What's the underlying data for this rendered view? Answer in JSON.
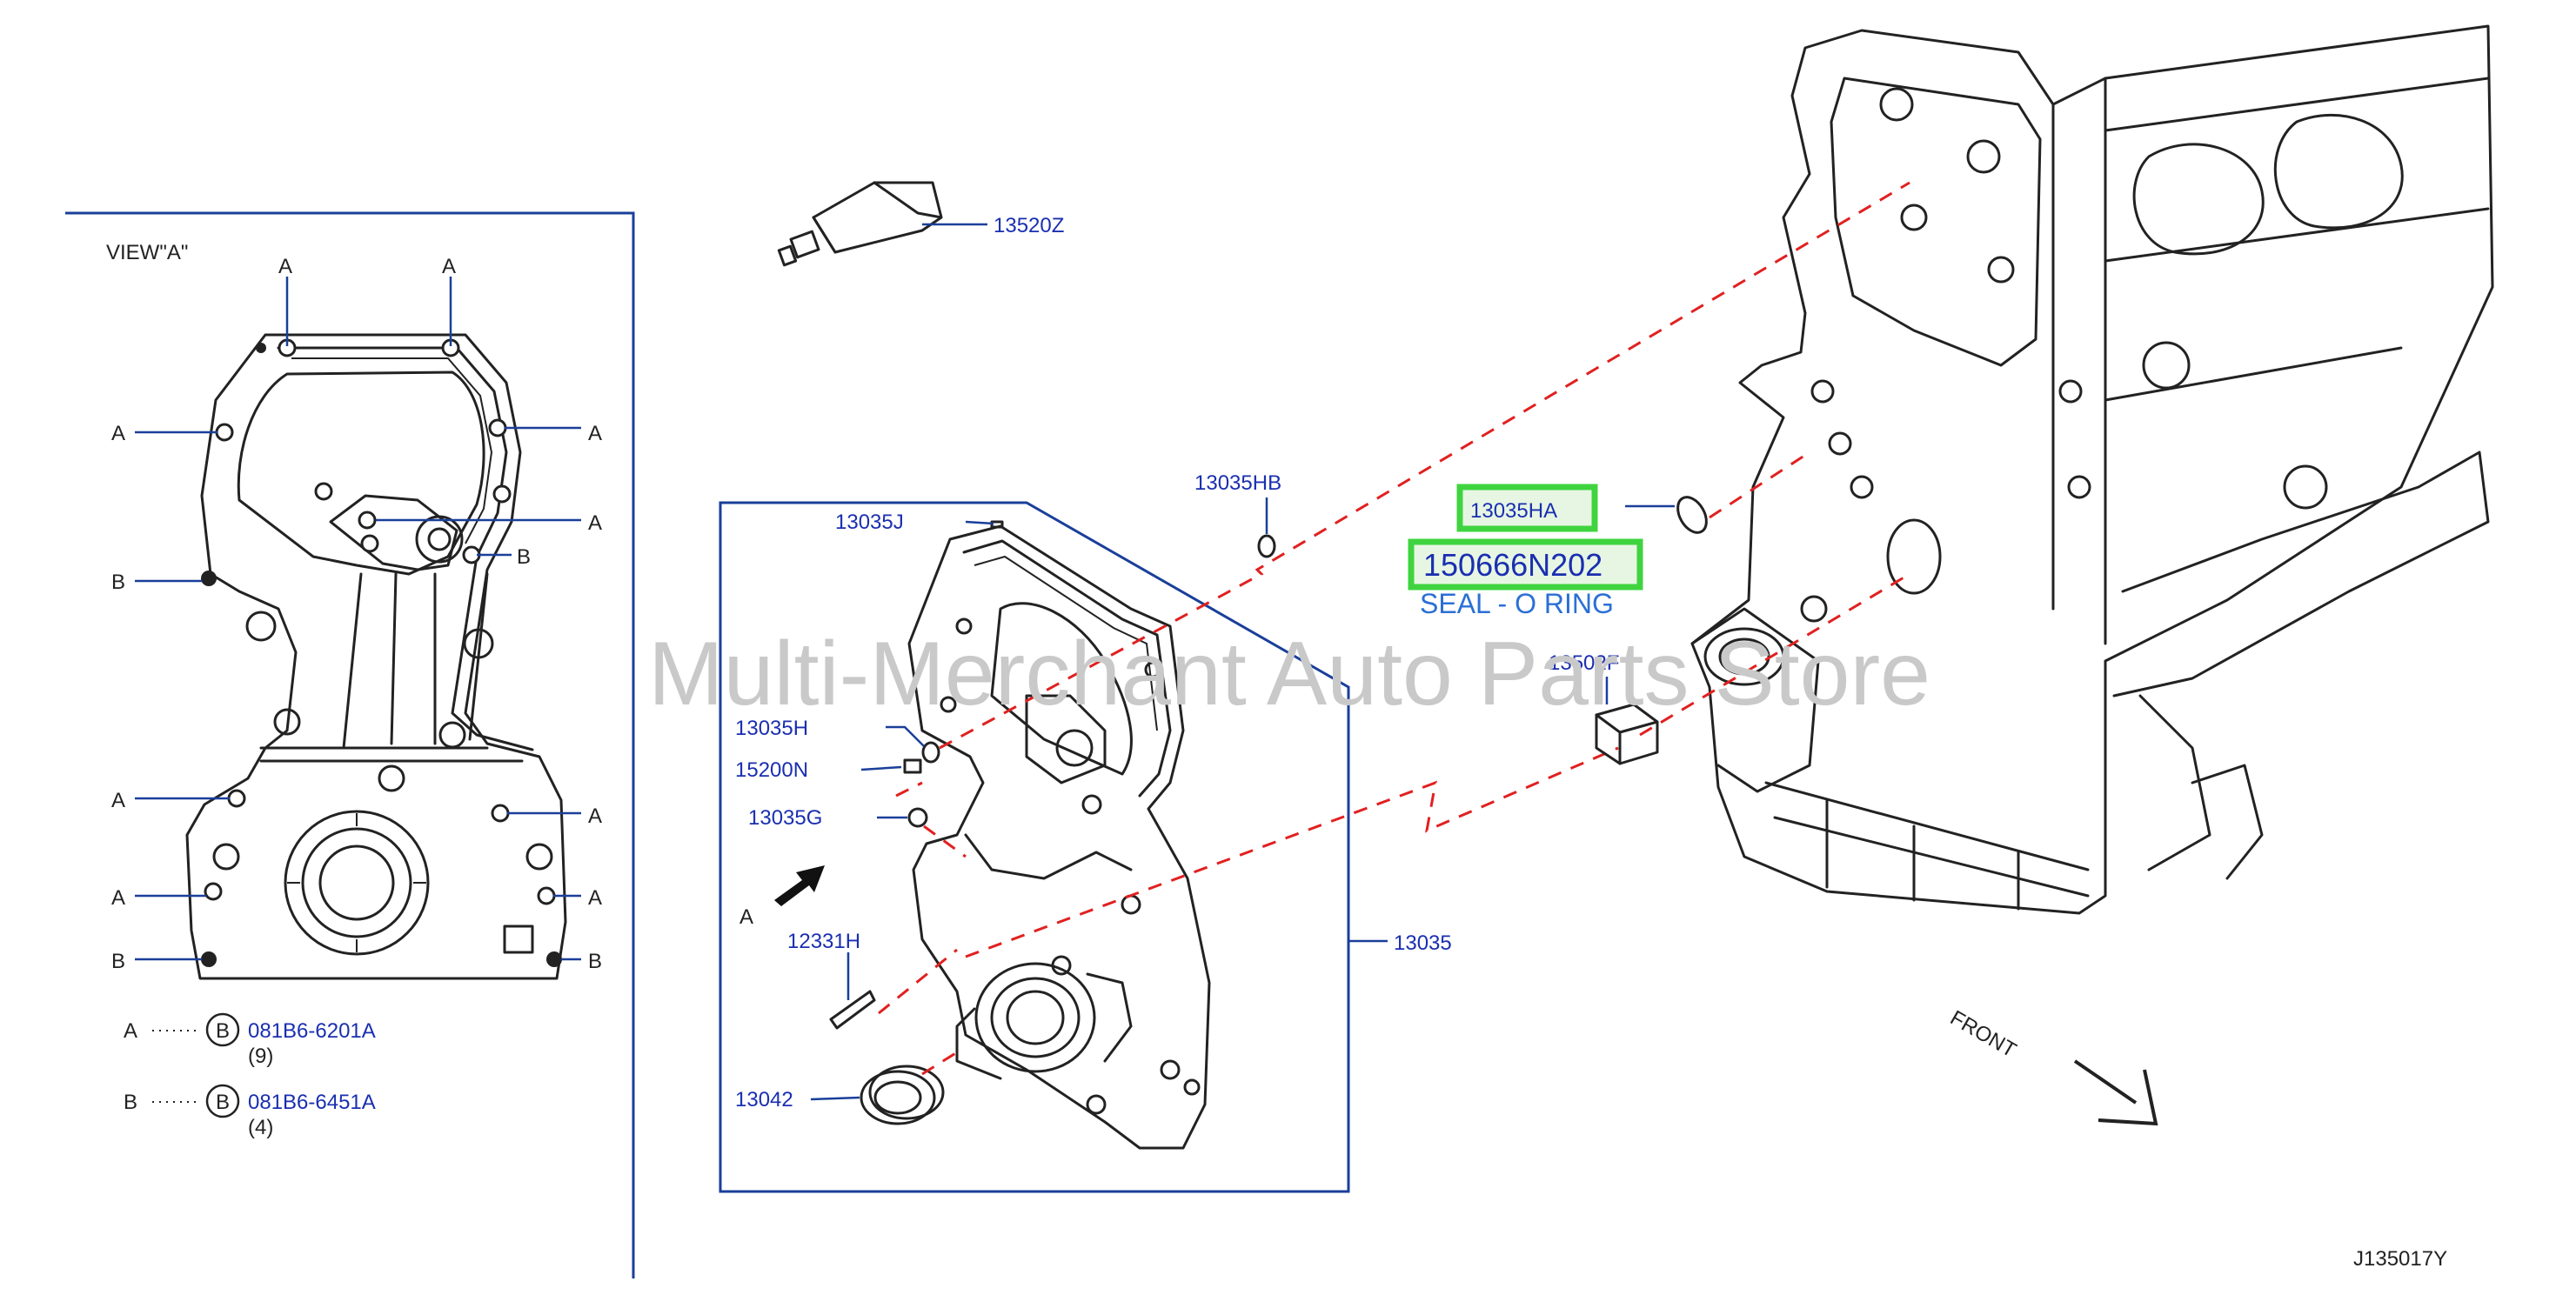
{
  "view_a": {
    "title": "VIEW\"A\"",
    "marker_a": "A",
    "marker_b": "B"
  },
  "legend": [
    {
      "marker": "A",
      "part": "081B6-6201A",
      "qty": "(9)"
    },
    {
      "marker": "B",
      "part": "081B6-6451A",
      "qty": "(4)"
    }
  ],
  "parts": {
    "p13520Z": "13520Z",
    "p13035HB": "13035HB",
    "p13035J": "13035J",
    "p13035H": "13035H",
    "p15200N": "15200N",
    "p13035G": "13035G",
    "p12331H": "12331H",
    "p13042": "13042",
    "p13035": "13035",
    "p13502F": "13502F"
  },
  "highlight": {
    "part": "13035HA",
    "part_number": "150666N202",
    "description": "SEAL - O RING",
    "color": "#3fd43f"
  },
  "arrow_label": "A",
  "front_label": "FRONT",
  "watermark": "Multi-Merchant Auto Parts Store",
  "diagram_code": "J135017Y",
  "colors": {
    "label_blue": "#1a2fb0",
    "leader_blue": "#1a3f9a",
    "dashed_red": "#e12020",
    "description_blue": "#2b6fd6"
  }
}
